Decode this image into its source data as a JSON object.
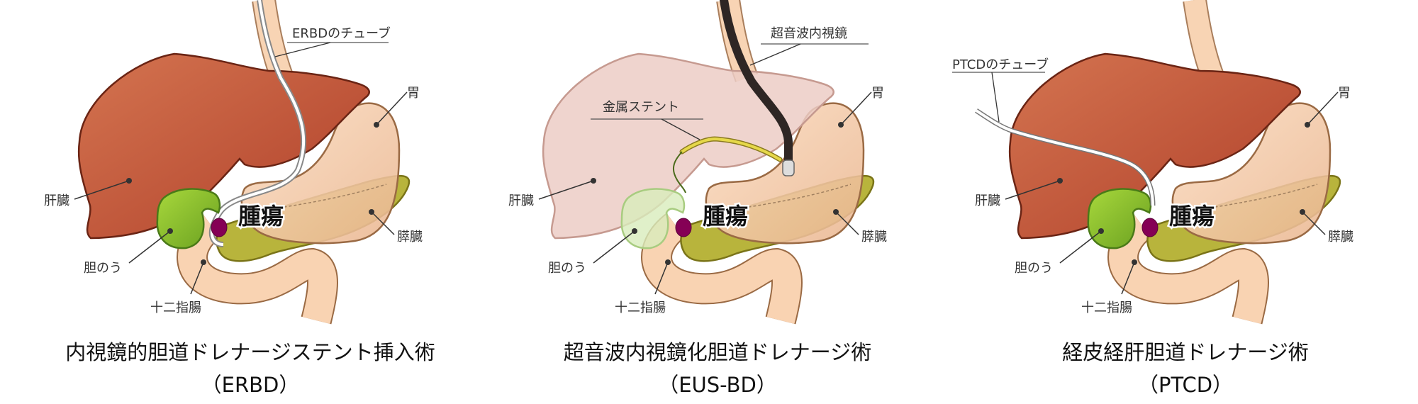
{
  "colors": {
    "liver": "#c45a3c",
    "liver_pale": "#ecccc6",
    "stomach": "#f9d3b2",
    "pancreas": "#b8b43c",
    "gallbladder": "#8cc43a",
    "tumor": "#850055",
    "stent": "#e6d84a"
  },
  "panels": [
    {
      "tube_label": "ERBDのチューブ",
      "labels": {
        "stomach": "胃",
        "liver": "肝臓",
        "pancreas": "膵臓",
        "gallbladder": "胆のう",
        "duodenum": "十二指腸",
        "tumor": "腫瘍"
      },
      "title": "内視鏡的胆道ドレナージステント挿入術",
      "abbr": "（ERBD）"
    },
    {
      "tube_label": "超音波内視鏡",
      "stent_label": "金属ステント",
      "labels": {
        "stomach": "胃",
        "liver": "肝臓",
        "pancreas": "膵臓",
        "gallbladder": "胆のう",
        "duodenum": "十二指腸",
        "tumor": "腫瘍"
      },
      "title": "超音波内視鏡化胆道ドレナージ術",
      "abbr": "（EUS-BD）"
    },
    {
      "tube_label": "PTCDのチューブ",
      "labels": {
        "stomach": "胃",
        "liver": "肝臓",
        "pancreas": "膵臓",
        "gallbladder": "胆のう",
        "duodenum": "十二指腸",
        "tumor": "腫瘍"
      },
      "title": "経皮経肝胆道ドレナージ術",
      "abbr": "（PTCD）"
    }
  ]
}
